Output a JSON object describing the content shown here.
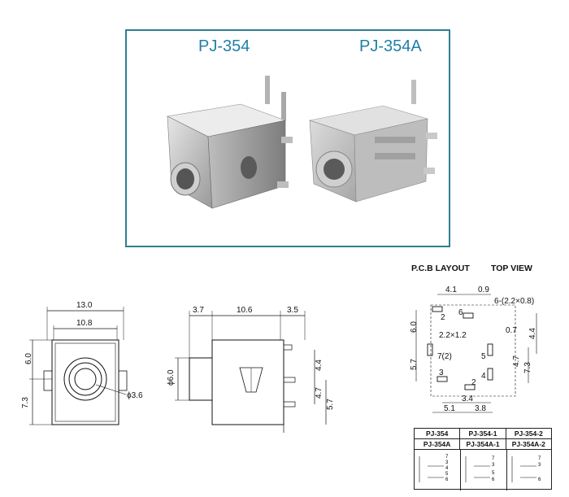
{
  "product_photo": {
    "left_model": "PJ-354",
    "right_model": "PJ-354A"
  },
  "front_view": {
    "width_outer": "13.0",
    "width_inner": "10.8",
    "height_top": "6.0",
    "height_bottom": "7.3",
    "hole_dia": "ϕ3.6"
  },
  "side_view": {
    "dim_front": "3.7",
    "dim_body": "10.6",
    "dim_pins": "3.5",
    "dia_label": "ϕ6.0",
    "dim_a": "4.4",
    "dim_b": "4.7",
    "dim_c": "5.7"
  },
  "pcb_layout": {
    "heading_left": "P.C.B LAYOUT",
    "heading_right": "TOP VIEW",
    "dim_top_a": "4.1",
    "dim_top_b": "0.9",
    "pad_note": "6-(2.2×0.8)",
    "dim_left_a": "6.0",
    "dim_left_b": "5.7",
    "pad_small": "2.2×1.2",
    "dim_right_a": "0.7",
    "dim_right_b": "4.4",
    "dim_right_c": "4.7",
    "dim_right_d": "7.3",
    "dim_bottom_a": "3.4",
    "dim_bottom_b": "5.1",
    "dim_bottom_c": "3.8",
    "pin_labels": [
      "2",
      "6",
      "7(2)",
      "5",
      "3",
      "4",
      "2"
    ]
  },
  "variants": {
    "row1": [
      "PJ-354",
      "PJ-354-1",
      "PJ-354-2"
    ],
    "row2": [
      "PJ-354A",
      "PJ-354A-1",
      "PJ-354A-2"
    ],
    "pins_col1": [
      "7",
      "3",
      "4",
      "5",
      "6"
    ],
    "pins_col2": [
      "7",
      "3",
      "5",
      "6"
    ],
    "pins_col3": [
      "7",
      "3",
      "6"
    ]
  }
}
